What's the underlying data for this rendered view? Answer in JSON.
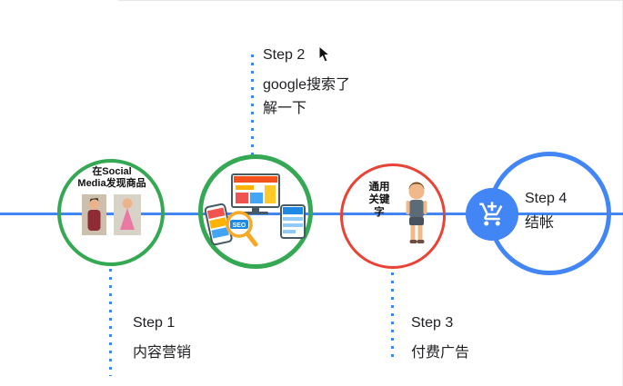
{
  "slide": {
    "background": "#ffffff"
  },
  "colors": {
    "timeline": "#4285f4",
    "step1_circle": "#34a853",
    "step2_circle": "#34a853",
    "step3_circle": "#ea4335",
    "step4_circle": "#4285f4",
    "checkout_badge": "#4285f4",
    "text": "#202124"
  },
  "steps": {
    "step1": {
      "label": "Step 1",
      "description": "内容营销",
      "circle_text": [
        "在Social",
        "Media发现商品"
      ]
    },
    "step2": {
      "label": "Step 2",
      "description": [
        "google搜索了",
        "解一下"
      ]
    },
    "step3": {
      "label": "Step 3",
      "description": "付费广告",
      "circle_text": [
        "通用",
        "关键",
        "字"
      ]
    },
    "step4": {
      "label": "Step 4",
      "description": "结帐"
    }
  },
  "devices": {
    "seo_label": "SEO"
  }
}
